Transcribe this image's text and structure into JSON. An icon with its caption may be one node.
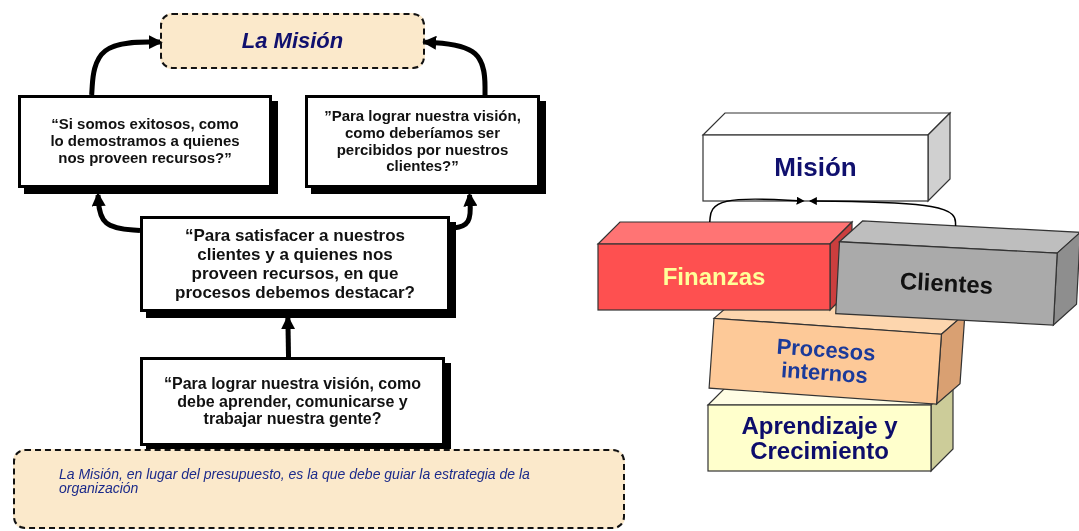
{
  "diagram": {
    "nodes": [
      {
        "text": [
          "La Misión"
        ]
      },
      {
        "text": [
          "“Si somos exitosos, como lo demostramos a quienes nos proveen recursos?”"
        ]
      },
      {
        "text": [
          "”Para lograr nuestra visión, como deberíamos ser percibidos por nuestros clientes?”"
        ]
      },
      {
        "text": [
          "“Para satisfacer a nuestros clientes y a quienes nos proveen recursos, en que procesos debemos destacar?"
        ]
      },
      {
        "text": [
          "“Para lograr nuestra visión, como debe aprender, comunicarse y trabajar nuestra gente?"
        ]
      },
      {
        "text": [
          "La Misión, en lugar del presupuesto, es la que debe guiar la estrategia de la organización"
        ]
      },
      {
        "text": [
          "Misión"
        ]
      },
      {
        "text": [
          "Finanzas"
        ]
      },
      {
        "text": [
          "Clientes"
        ]
      },
      {
        "text": [
          "Procesos internos"
        ]
      },
      {
        "text": [
          "Aprendizaje y Crecimiento"
        ]
      }
    ],
    "edges": [
      {
        "from": 1,
        "to": 0,
        "arrow": "to"
      },
      {
        "from": 2,
        "to": 0,
        "arrow": "to"
      },
      {
        "from": 3,
        "to": 1,
        "arrow": "to"
      },
      {
        "from": 3,
        "to": 2,
        "arrow": "to"
      },
      {
        "from": 4,
        "to": 3,
        "arrow": "to"
      },
      {
        "from": 7,
        "to": 6,
        "arrow": "to"
      },
      {
        "from": 8,
        "to": 6,
        "arrow": "to"
      }
    ]
  }
}
